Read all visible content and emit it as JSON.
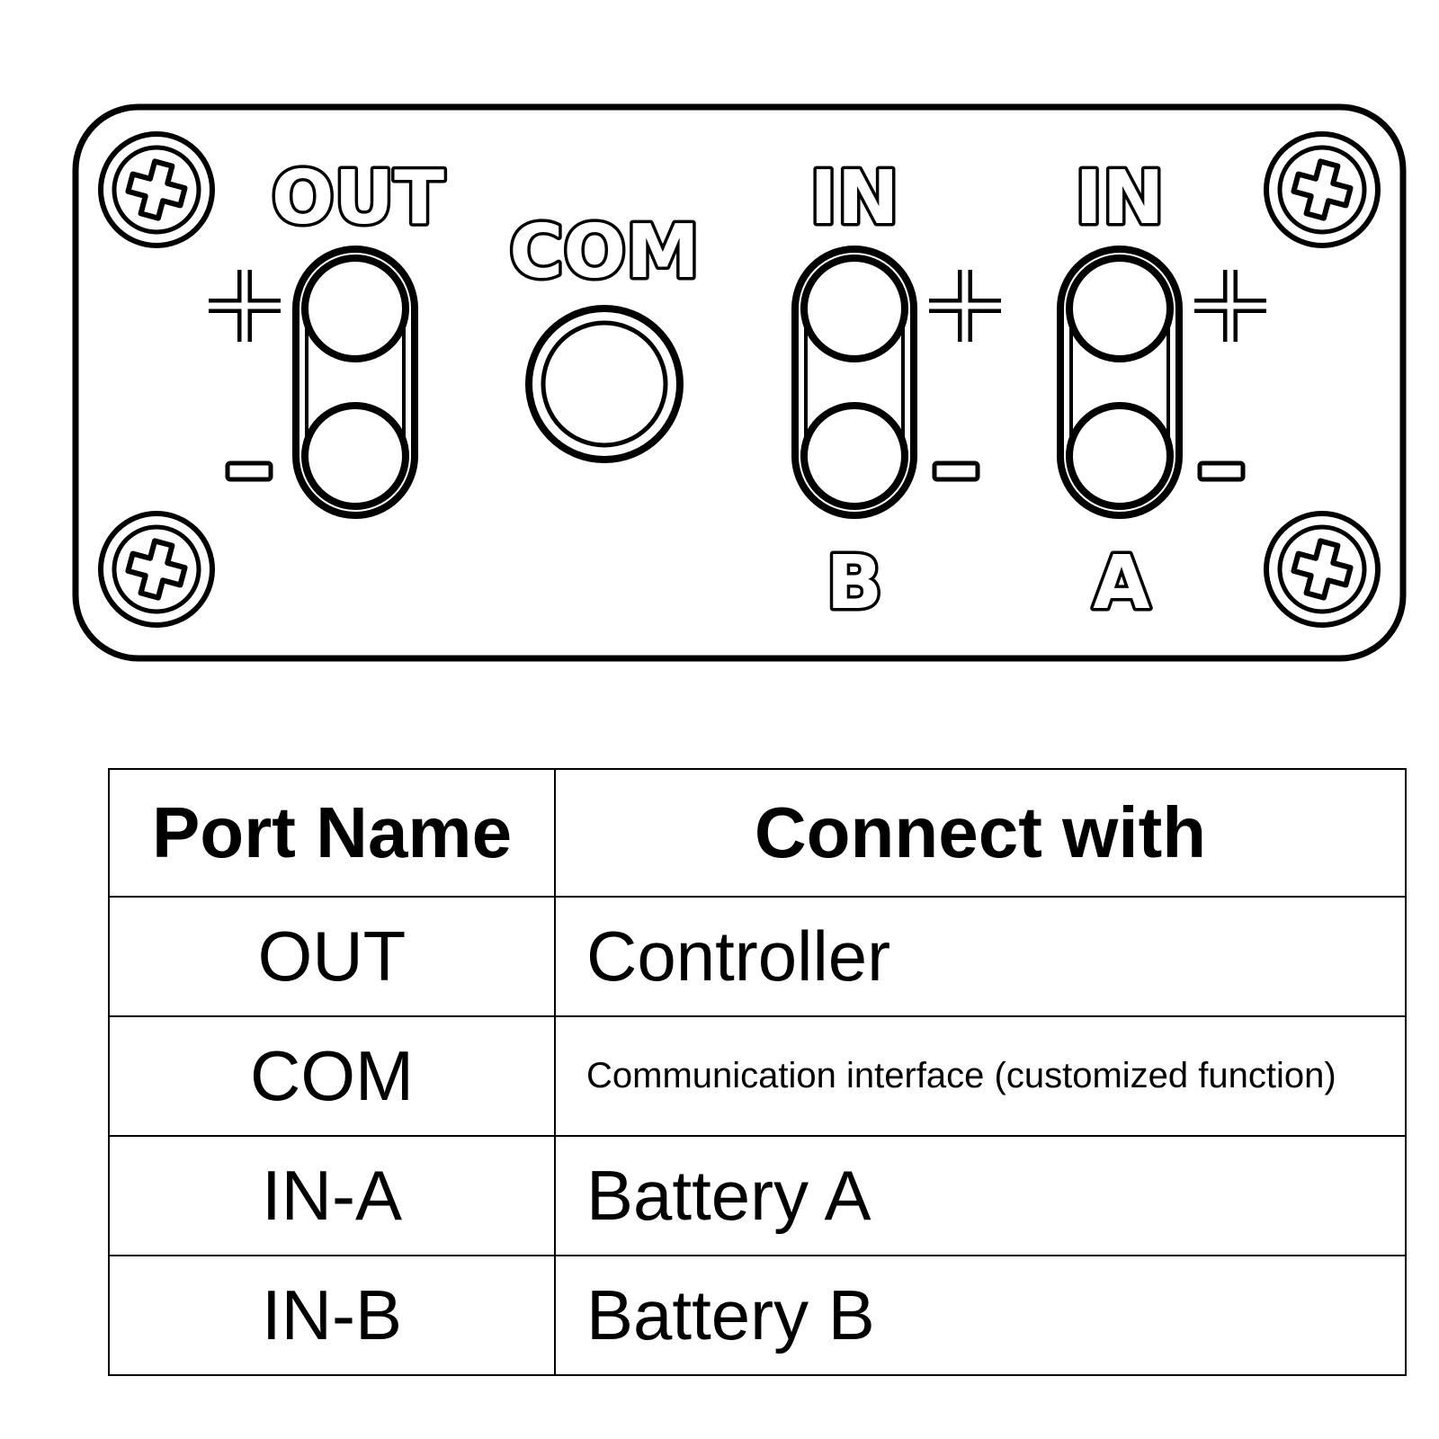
{
  "panel": {
    "labels": {
      "out": "OUT",
      "com": "COM",
      "in_b_top": "IN",
      "in_a_top": "IN",
      "b": "B",
      "a": "A"
    }
  },
  "table": {
    "headers": [
      "Port Name",
      "Connect with"
    ],
    "rows": [
      {
        "port": "OUT",
        "connect": "Controller"
      },
      {
        "port": "COM",
        "connect": "Communication interface (customized function)"
      },
      {
        "port": "IN-A",
        "connect": "Battery A"
      },
      {
        "port": "IN-B",
        "connect": "Battery B"
      }
    ]
  },
  "icons": {
    "screw": "screw-icon",
    "plus": "plus-icon",
    "minus": "minus-icon",
    "terminal": "terminal-pair-icon",
    "port": "com-port-icon"
  }
}
